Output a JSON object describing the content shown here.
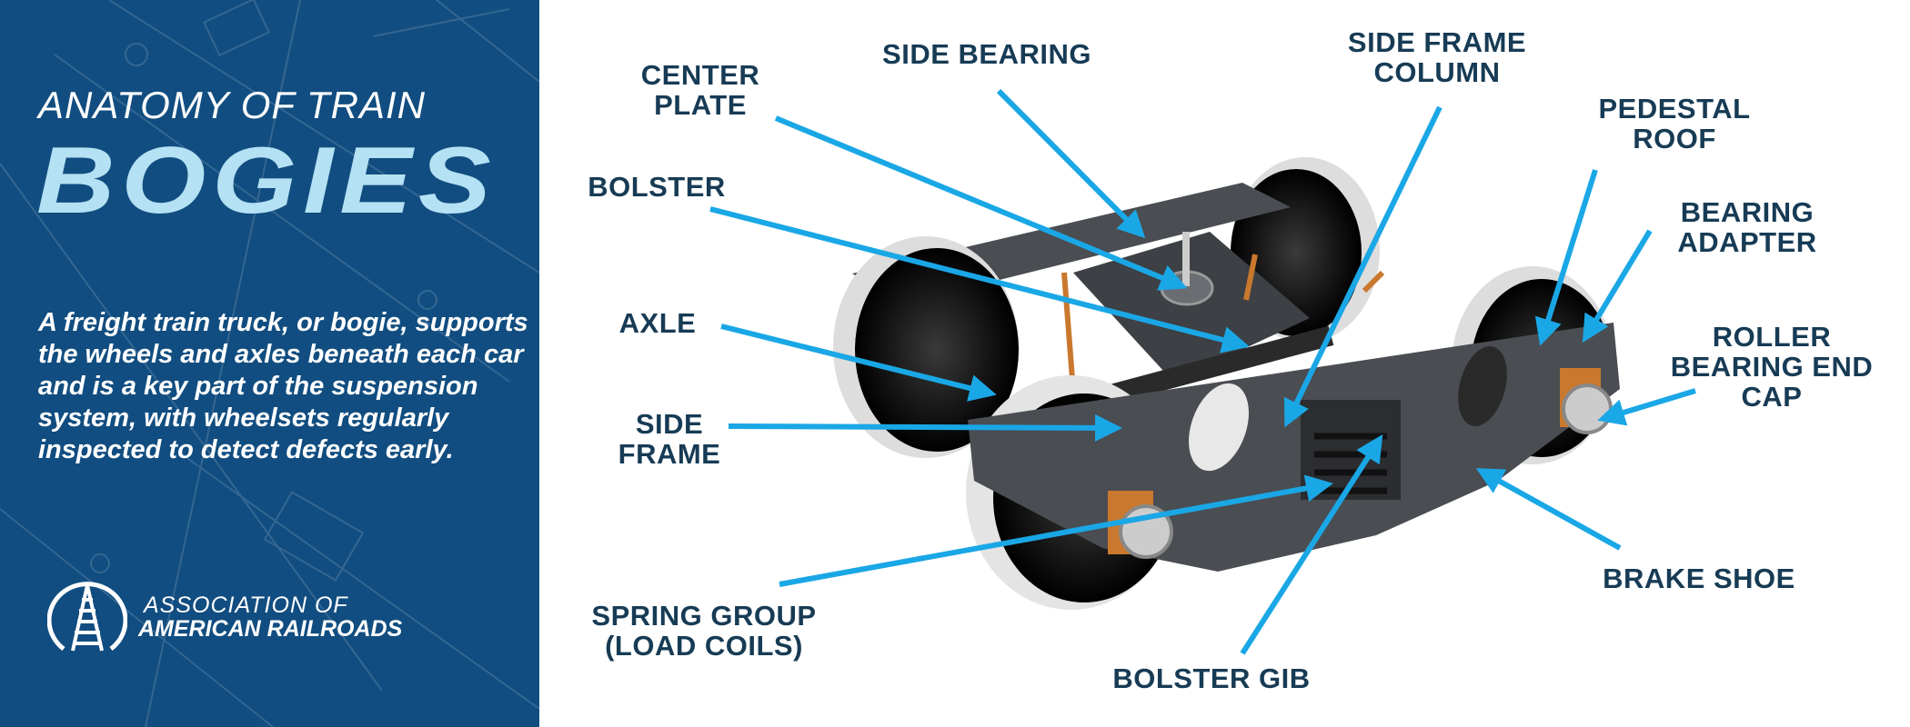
{
  "panel": {
    "kicker": "ANATOMY OF TRAIN",
    "title": "BOGIES",
    "description": "A freight train truck, or bogie, supports the wheels and axles beneath each car and is a key part of the suspension system, with wheelsets regularly inspected to detect defects early.",
    "org_line1": "ASSOCIATION OF",
    "org_line2": "AMERICAN RAILROADS"
  },
  "labels": {
    "center_plate": [
      "CENTER",
      "PLATE"
    ],
    "side_bearing": "SIDE BEARING",
    "side_frame_column": [
      "SIDE FRAME",
      "COLUMN"
    ],
    "pedestal_roof": [
      "PEDESTAL",
      "ROOF"
    ],
    "bolster": "BOLSTER",
    "bearing_adapter": [
      "BEARING",
      "ADAPTER"
    ],
    "axle": "AXLE",
    "roller_bearing_end_cap": [
      "ROLLER",
      "BEARING END",
      "CAP"
    ],
    "side_frame": [
      "SIDE",
      "FRAME"
    ],
    "brake_shoe": "BRAKE SHOE",
    "spring_group": [
      "SPRING GROUP",
      "(LOAD COILS)"
    ],
    "bolster_gib": "BOLSTER GIB"
  },
  "colors": {
    "panel": "#114d80",
    "title": "#b4e1f3",
    "label": "#173b55",
    "leader": "#1aa7e6",
    "frame": "#4a4d52",
    "bearing": "#c9782e"
  }
}
